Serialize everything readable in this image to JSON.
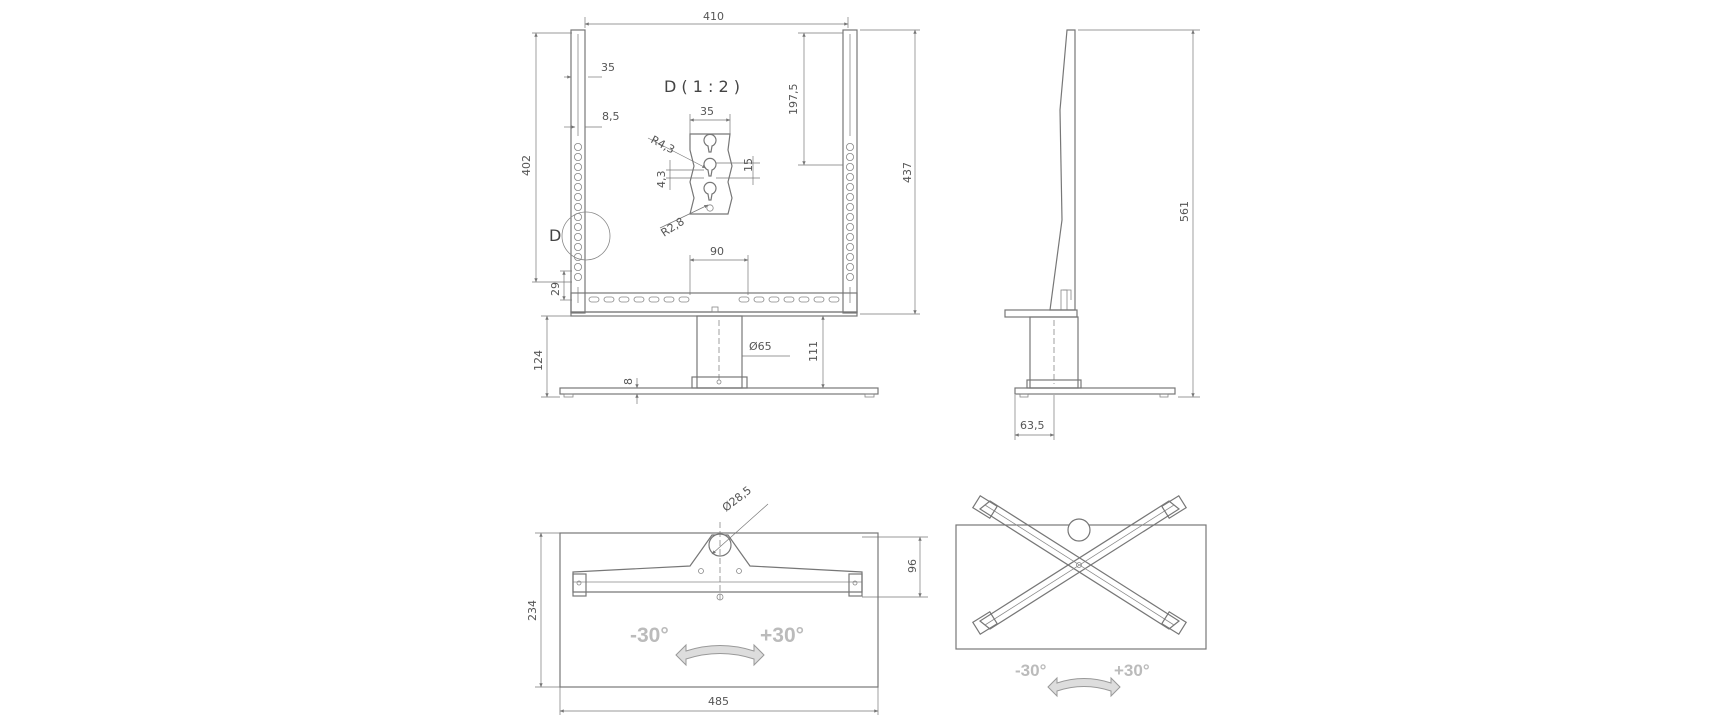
{
  "front_view": {
    "dims": {
      "width_top": "410",
      "offset_35": "35",
      "offset_8_5": "8,5",
      "height_402": "402",
      "height_29": "29",
      "height_197_5": "197,5",
      "height_437": "437",
      "spacing_90": "90",
      "column_dia": "Ø65",
      "column_111": "111",
      "height_124": "124",
      "plate_8": "8"
    },
    "detail": {
      "label": "D ( 1 : 2 )",
      "marker": "D",
      "d35": "35",
      "r43": "R4,3",
      "d43": "4,3",
      "d15": "15",
      "r28": "R2,8"
    }
  },
  "side_view": {
    "dims": {
      "height_561": "561",
      "offset_63_5": "63,5"
    }
  },
  "top_view_left": {
    "dims": {
      "dia_28_5": "Ø28,5",
      "depth_96": "96",
      "depth_234": "234",
      "width_485": "485"
    },
    "rotation": {
      "minus": "-30°",
      "plus": "+30°"
    }
  },
  "top_view_right": {
    "rotation": {
      "minus": "-30°",
      "plus": "+30°"
    }
  }
}
